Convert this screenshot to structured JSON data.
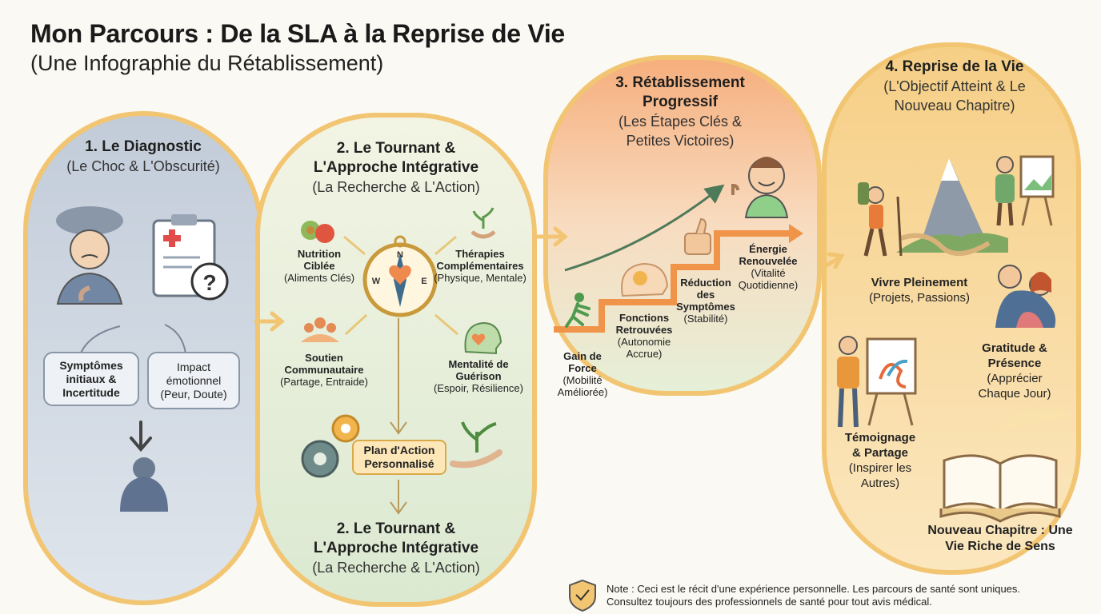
{
  "header": {
    "title": "Mon Parcours : De la SLA à la Reprise de Vie",
    "subtitle": "(Une Infographie du Rétablissement)"
  },
  "stage1": {
    "title": "1. Le Diagnostic",
    "subtitle": "(Le Choc & L'Obscurité)",
    "box_left": "Symptômes initiaux & Incertitude",
    "box_right_title": "Impact émotionnel",
    "box_right_sub": "(Peur, Doute)"
  },
  "stage2": {
    "title_line1": "2. Le Tournant &",
    "title_line2": "L'Approche Intégrative",
    "subtitle": "(La Recherche & L'Action)",
    "nutrition_title": "Nutrition Ciblée",
    "nutrition_sub": "(Aliments Clés)",
    "therapies_title": "Thérapies Complémentaires",
    "therapies_sub": "(Physique, Mentale)",
    "soutien_title": "Soutien Communautaire",
    "soutien_sub": "(Partage, Entraide)",
    "mentalite_title": "Mentalité de Guérison",
    "mentalite_sub": "(Espoir, Résilience)",
    "plan": "Plan d'Action Personnalisé",
    "bottom_title_line1": "2. Le Tournant &",
    "bottom_title_line2": "L'Approche Intégrative",
    "bottom_subtitle": "(La Recherche & L'Action)"
  },
  "stage3": {
    "title_line1": "3. Rétablissement",
    "title_line2": "Progressif",
    "subtitle": "(Les Étapes Clés & Petites Victoires)",
    "step1_title": "Gain de Force",
    "step1_sub": "(Mobilité Améliorée)",
    "step2_title": "Fonctions Retrouvées",
    "step2_sub": "(Autonomie Accrue)",
    "step3_title": "Réduction des Symptômes",
    "step3_sub": "(Stabilité)",
    "step4_title": "Énergie Renouvelée",
    "step4_sub": "(Vitalité Quotidienne)"
  },
  "stage4": {
    "title": "4. Reprise de la Vie",
    "subtitle": "(L'Objectif Atteint & Le Nouveau Chapitre)",
    "vivre_title": "Vivre Pleinement",
    "vivre_sub": "(Projets, Passions)",
    "gratitude_title": "Gratitude & Présence",
    "gratitude_sub": "(Apprécier Chaque Jour)",
    "temoignage_title": "Témoignage & Partage",
    "temoignage_sub": "(Inspirer les Autres)",
    "chapitre": "Nouveau Chapitre : Une Vie Riche de Sens"
  },
  "footer": {
    "note_line1": "Note : Ceci est le récit d'une expérience personnelle. Les parcours de santé sont uniques.",
    "note_line2": "Consultez toujours des professionnels de santé pour tout avis médical."
  },
  "colors": {
    "stage1_fill": "#c9d3df",
    "stage2_fill": "#dfead2",
    "stage3_fill": "#f6b98c",
    "stage4_fill": "#f7d594",
    "path_stroke": "#f2c572",
    "arrow_green": "#4f7a5a",
    "arrow_orange": "#f0944a"
  },
  "icons": [
    "worried-person-icon",
    "medical-clipboard-icon",
    "question-mark-icon",
    "sad-sitting-person-icon",
    "fruit-icon",
    "sprout-hands-icon",
    "compass-icon",
    "community-icon",
    "heart-head-icon",
    "gears-icon",
    "plant-hand-icon",
    "running-person-icon",
    "brain-icon",
    "thumbs-up-icon",
    "happy-person-icon",
    "hiker-icon",
    "painter-icon",
    "family-icon",
    "open-book-icon",
    "shield-check-icon"
  ]
}
